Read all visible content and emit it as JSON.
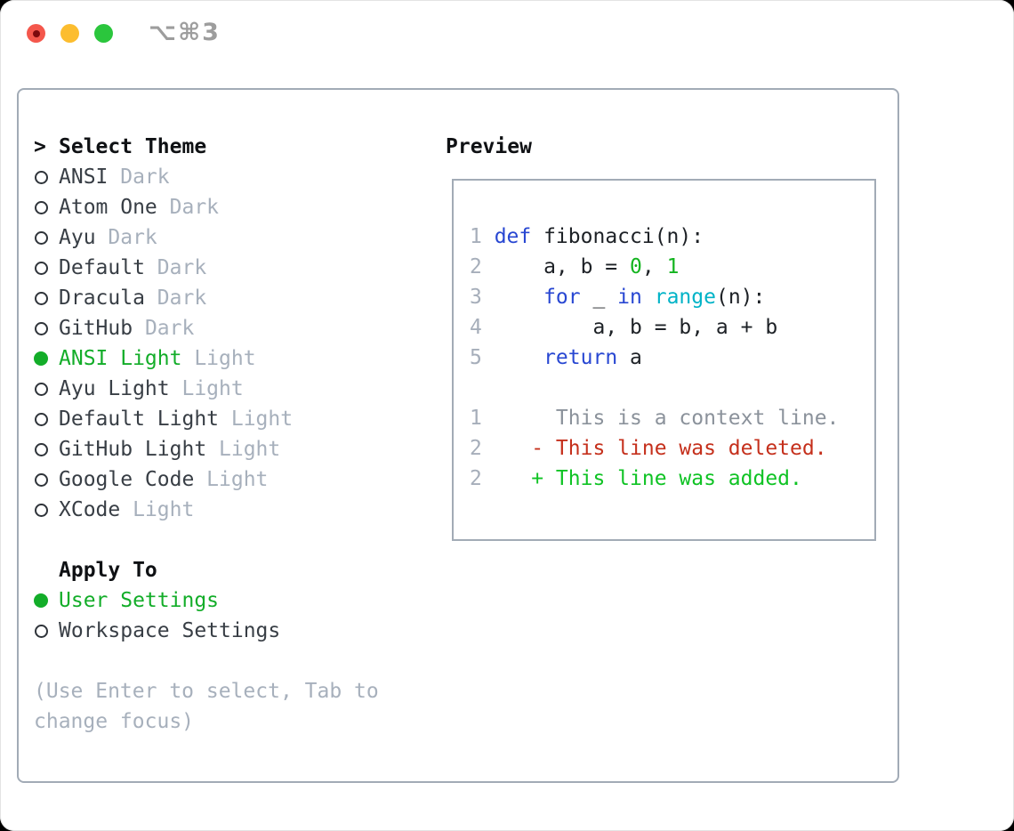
{
  "colors": {
    "accent_green": "#13ad29",
    "keyword_blue": "#2847d2",
    "builtin_cyan": "#00b3c7",
    "number_green": "#13b41f",
    "diff_deleted_red": "#c5301c",
    "diff_added_green": "#0fc324",
    "muted_gray": "#a7b0bc",
    "panel_border": "#a2abb6"
  },
  "titlebar": {
    "shortcut": "⌥⌘3"
  },
  "theme_picker": {
    "prompt": ">",
    "title": "Select Theme",
    "items": [
      {
        "name": "ANSI",
        "variant": "Dark",
        "selected": false
      },
      {
        "name": "Atom One",
        "variant": "Dark",
        "selected": false
      },
      {
        "name": "Ayu",
        "variant": "Dark",
        "selected": false
      },
      {
        "name": "Default",
        "variant": "Dark",
        "selected": false
      },
      {
        "name": "Dracula",
        "variant": "Dark",
        "selected": false
      },
      {
        "name": "GitHub",
        "variant": "Dark",
        "selected": false
      },
      {
        "name": "ANSI Light",
        "variant": "Light",
        "selected": true
      },
      {
        "name": "Ayu Light",
        "variant": "Light",
        "selected": false
      },
      {
        "name": "Default Light",
        "variant": "Light",
        "selected": false
      },
      {
        "name": "GitHub Light",
        "variant": "Light",
        "selected": false
      },
      {
        "name": "Google Code",
        "variant": "Light",
        "selected": false
      },
      {
        "name": "XCode",
        "variant": "Light",
        "selected": false
      }
    ]
  },
  "apply_to": {
    "title": "Apply To",
    "options": [
      {
        "label": "User Settings",
        "selected": true
      },
      {
        "label": "Workspace Settings",
        "selected": false
      }
    ]
  },
  "hint": {
    "line1": "(Use Enter to select, Tab to",
    "line2": "change focus)"
  },
  "preview": {
    "title": "Preview",
    "code_lines": [
      {
        "num": "1",
        "tokens": [
          {
            "t": "def",
            "c": "kw"
          },
          {
            "t": " fibonacci(n):",
            "c": "plain"
          }
        ]
      },
      {
        "num": "2",
        "tokens": [
          {
            "t": "    a, b = ",
            "c": "plain"
          },
          {
            "t": "0",
            "c": "num"
          },
          {
            "t": ", ",
            "c": "plain"
          },
          {
            "t": "1",
            "c": "num"
          }
        ]
      },
      {
        "num": "3",
        "tokens": [
          {
            "t": "    ",
            "c": "plain"
          },
          {
            "t": "for",
            "c": "kw"
          },
          {
            "t": " _ ",
            "c": "plain"
          },
          {
            "t": "in",
            "c": "kw"
          },
          {
            "t": " ",
            "c": "plain"
          },
          {
            "t": "range",
            "c": "fn"
          },
          {
            "t": "(n):",
            "c": "plain"
          }
        ]
      },
      {
        "num": "4",
        "tokens": [
          {
            "t": "        a, b = b, a + b",
            "c": "plain"
          }
        ]
      },
      {
        "num": "5",
        "tokens": [
          {
            "t": "    ",
            "c": "plain"
          },
          {
            "t": "return",
            "c": "kw"
          },
          {
            "t": " a",
            "c": "plain"
          }
        ]
      },
      {
        "num": "",
        "tokens": []
      },
      {
        "num": "1",
        "tokens": [
          {
            "t": "     This is a context line.",
            "c": "ctx"
          }
        ]
      },
      {
        "num": "2",
        "tokens": [
          {
            "t": "   - This line was deleted.",
            "c": "del"
          }
        ]
      },
      {
        "num": "2",
        "tokens": [
          {
            "t": "   + This line was added.",
            "c": "add"
          }
        ]
      }
    ]
  }
}
